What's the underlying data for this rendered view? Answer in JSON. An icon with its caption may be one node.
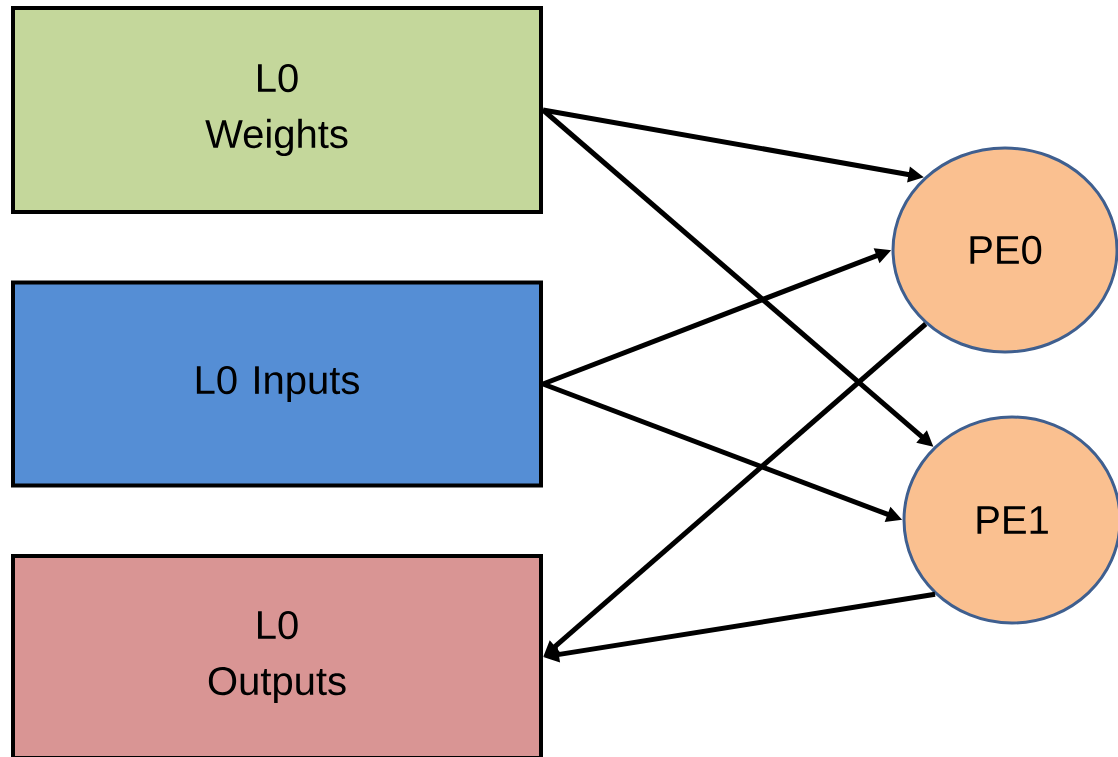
{
  "diagram": {
    "nodes": [
      {
        "text": [
          "L0 Weights"
        ]
      },
      {
        "text": [
          "L0 Inputs"
        ]
      },
      {
        "text": [
          "L0 Outputs"
        ]
      },
      {
        "text": [
          "PE0"
        ]
      },
      {
        "text": [
          "PE1"
        ]
      }
    ],
    "edges": [
      {
        "from": 0,
        "to": 3,
        "arrow": "to"
      },
      {
        "from": 0,
        "to": 4,
        "arrow": "to"
      },
      {
        "from": 1,
        "to": 3,
        "arrow": "to"
      },
      {
        "from": 1,
        "to": 4,
        "arrow": "to"
      },
      {
        "from": 3,
        "to": 2,
        "arrow": "to"
      },
      {
        "from": 4,
        "to": 2,
        "arrow": "to"
      }
    ]
  }
}
